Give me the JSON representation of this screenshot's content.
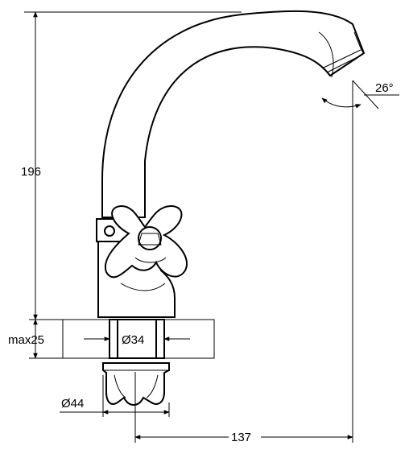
{
  "dimensions": {
    "height": "196",
    "angle": "26°",
    "max_thickness": "max25",
    "inner_diameter": "Ø34",
    "outer_diameter": "Ø44",
    "reach": "137"
  },
  "colors": {
    "line": "#000000",
    "background": "#ffffff"
  }
}
